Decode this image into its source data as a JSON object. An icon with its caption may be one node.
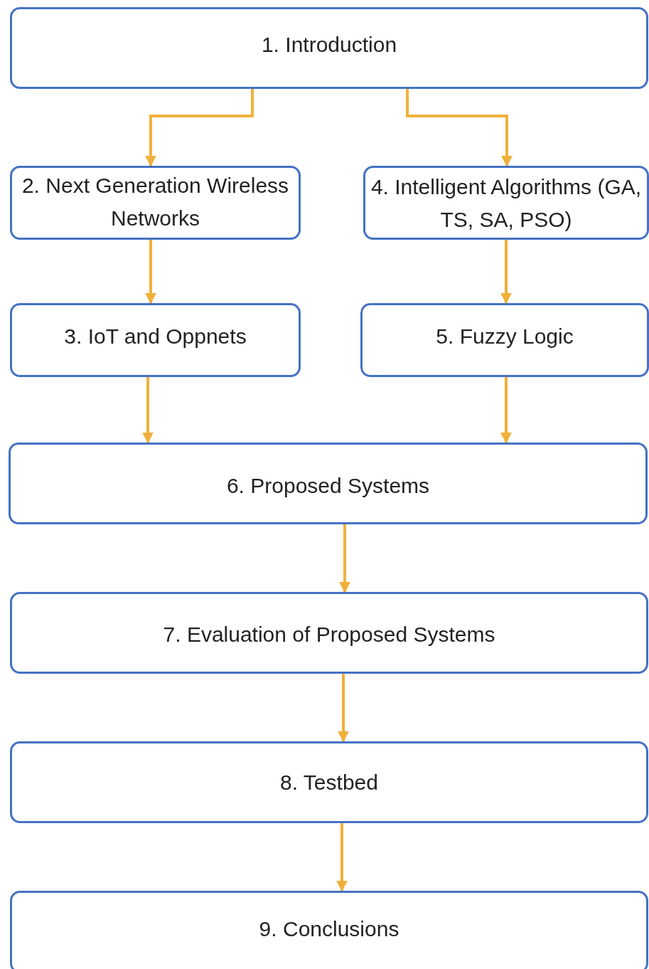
{
  "diagram": {
    "nodes": [
      {
        "text": [
          "1. Introduction"
        ]
      },
      {
        "text": [
          "2. Next Generation Wireless Networks"
        ]
      },
      {
        "text": [
          "3. IoT and Oppnets"
        ]
      },
      {
        "text": [
          "4. Intelligent Algorithms (GA, TS, SA, PSO)"
        ]
      },
      {
        "text": [
          "5. Fuzzy Logic"
        ]
      },
      {
        "text": [
          "6. Proposed Systems"
        ]
      },
      {
        "text": [
          "7. Evaluation of Proposed Systems"
        ]
      },
      {
        "text": [
          "8. Testbed"
        ]
      },
      {
        "text": [
          "9. Conclusions"
        ]
      }
    ],
    "edges": [
      {
        "from": 0,
        "to": 1,
        "arrow": "to"
      },
      {
        "from": 0,
        "to": 3,
        "arrow": "to"
      },
      {
        "from": 1,
        "to": 2,
        "arrow": "to"
      },
      {
        "from": 3,
        "to": 4,
        "arrow": "to"
      },
      {
        "from": 2,
        "to": 5,
        "arrow": "to"
      },
      {
        "from": 4,
        "to": 5,
        "arrow": "to"
      },
      {
        "from": 5,
        "to": 6,
        "arrow": "to"
      },
      {
        "from": 6,
        "to": 7,
        "arrow": "to"
      },
      {
        "from": 7,
        "to": 8,
        "arrow": "to"
      }
    ]
  }
}
